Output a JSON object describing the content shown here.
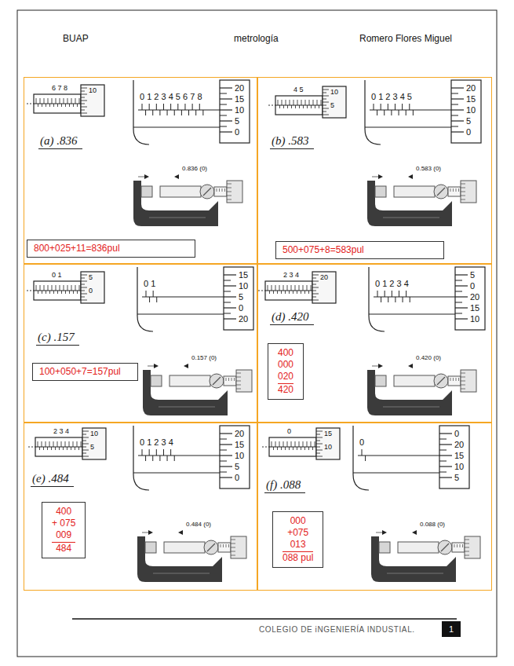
{
  "diagram": {
    "nodes": [
      {
        "text": [
          "(a) .836"
        ]
      },
      {
        "text": [
          "800+025+11=836pul"
        ],
        "in": 0
      },
      {
        "text": [
          "(b) .583"
        ]
      },
      {
        "text": [
          "500+075+8=583pul"
        ],
        "in": 2
      },
      {
        "text": [
          "(c) .157"
        ]
      },
      {
        "text": [
          "100+050+7=157pul"
        ],
        "in": 4
      },
      {
        "text": [
          "(d) .420"
        ]
      },
      {
        "text": [
          "400",
          "000",
          "020",
          "420"
        ],
        "in": 6
      },
      {
        "text": [
          "(e) .484"
        ]
      },
      {
        "text": [
          "400",
          "+ 075",
          "009",
          "484"
        ],
        "in": 8
      },
      {
        "text": [
          "(f) .088"
        ]
      },
      {
        "text": [
          "000",
          "+075",
          "013",
          "088 pul"
        ],
        "in": 10
      },
      {
        "text": [
          "1"
        ]
      }
    ],
    "labels": [
      "BUAP",
      "metrología",
      "Romero Flores Miguel",
      "6 7 8",
      "10",
      "0 1 2 3 4 5 6 7 8",
      "20",
      "15",
      "10",
      "5",
      "0",
      "0.836 (0)",
      "4 5",
      "10",
      "5",
      "0 1 2 3 4 5",
      "20",
      "15",
      "10",
      "5",
      "0",
      "0.583 (0)",
      "0 1",
      "5",
      "0",
      "0 1",
      "15",
      "10",
      "5",
      "0",
      "20",
      "0.157 (0)",
      "2 3 4",
      "20",
      "0 1 2 3 4",
      "5",
      "0",
      "20",
      "15",
      "10",
      "0.420 (0)",
      "2 3 4",
      "10",
      "5",
      "0 1 2 3 4",
      "20",
      "15",
      "10",
      "5",
      "0",
      "0.484 (0)",
      "0",
      "15",
      "10",
      "0",
      "0",
      "20",
      "15",
      "10",
      "5",
      "0.088 (0)",
      "COLEGIO DE iNGENIERÍA INDUSTIAL."
    ]
  }
}
